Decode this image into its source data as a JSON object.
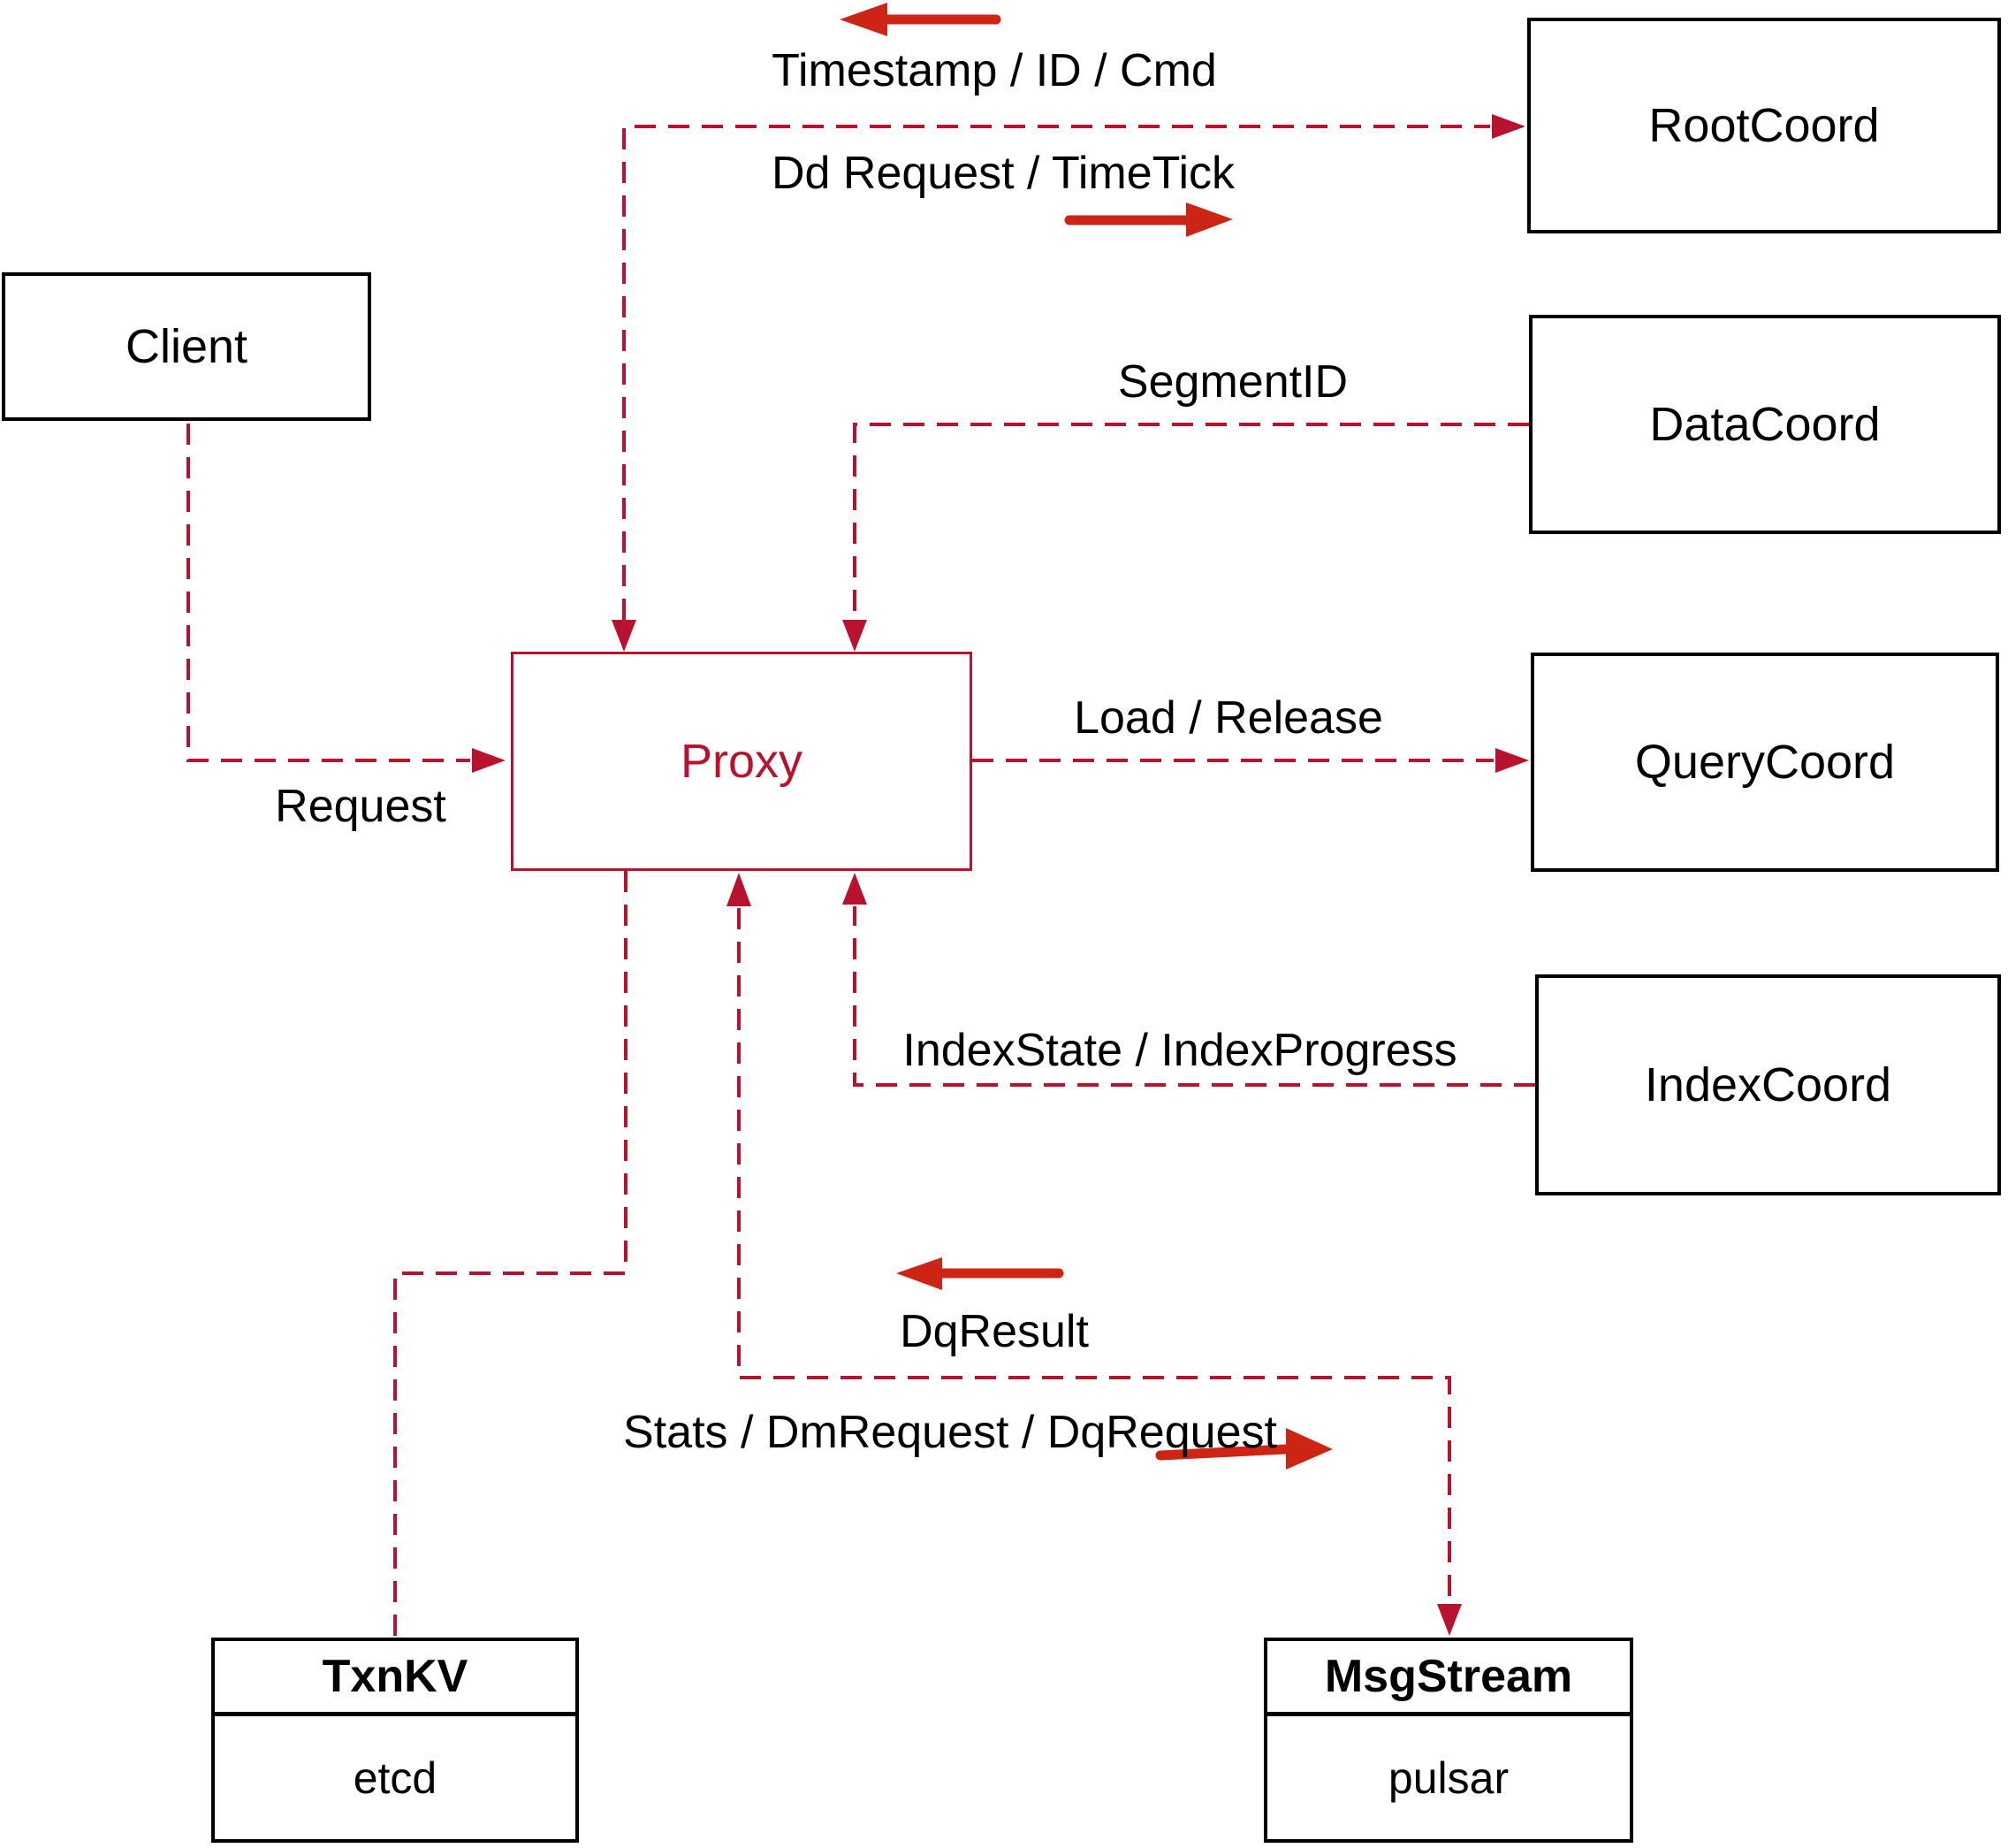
{
  "colors": {
    "background": "#ffffff",
    "box_border": "#000000",
    "text": "#000000",
    "dashed_line": "#b8122f",
    "proxy_accent": "#b8122f",
    "solid_arrow": "#cc2415"
  },
  "nodes": {
    "client": {
      "label": "Client"
    },
    "proxy": {
      "label": "Proxy"
    },
    "root_coord": {
      "label": "RootCoord"
    },
    "data_coord": {
      "label": "DataCoord"
    },
    "query_coord": {
      "label": "QueryCoord"
    },
    "index_coord": {
      "label": "IndexCoord"
    },
    "txn_kv": {
      "title": "TxnKV",
      "sub": "etcd"
    },
    "msg_stream": {
      "title": "MsgStream",
      "sub": "pulsar"
    }
  },
  "edge_labels": {
    "timestamp_id_cmd": "Timestamp / ID / Cmd",
    "dd_request_timetick": "Dd Request / TimeTick",
    "segment_id": "SegmentID",
    "load_release": "Load / Release",
    "index_state_progress": "IndexState / IndexProgress",
    "dq_result": "DqResult",
    "stats_dm_dq": "Stats / DmRequest / DqRequest",
    "request": "Request"
  },
  "edges": [
    {
      "from": "Client",
      "to": "Proxy",
      "label": "Request",
      "direction": "to"
    },
    {
      "from": "Proxy",
      "to": "RootCoord",
      "label": "Dd Request / TimeTick",
      "direction": "to"
    },
    {
      "from": "RootCoord",
      "to": "Proxy",
      "label": "Timestamp / ID / Cmd",
      "direction": "to"
    },
    {
      "from": "DataCoord",
      "to": "Proxy",
      "label": "SegmentID",
      "direction": "to"
    },
    {
      "from": "Proxy",
      "to": "QueryCoord",
      "label": "Load / Release",
      "direction": "to"
    },
    {
      "from": "IndexCoord",
      "to": "Proxy",
      "label": "IndexState / IndexProgress",
      "direction": "to"
    },
    {
      "from": "Proxy",
      "to": "TxnKV",
      "label": "",
      "direction": "none"
    },
    {
      "from": "Proxy",
      "to": "MsgStream",
      "label": "Stats / DmRequest / DqRequest",
      "direction": "to"
    },
    {
      "from": "MsgStream",
      "to": "Proxy",
      "label": "DqResult",
      "direction": "to"
    }
  ]
}
